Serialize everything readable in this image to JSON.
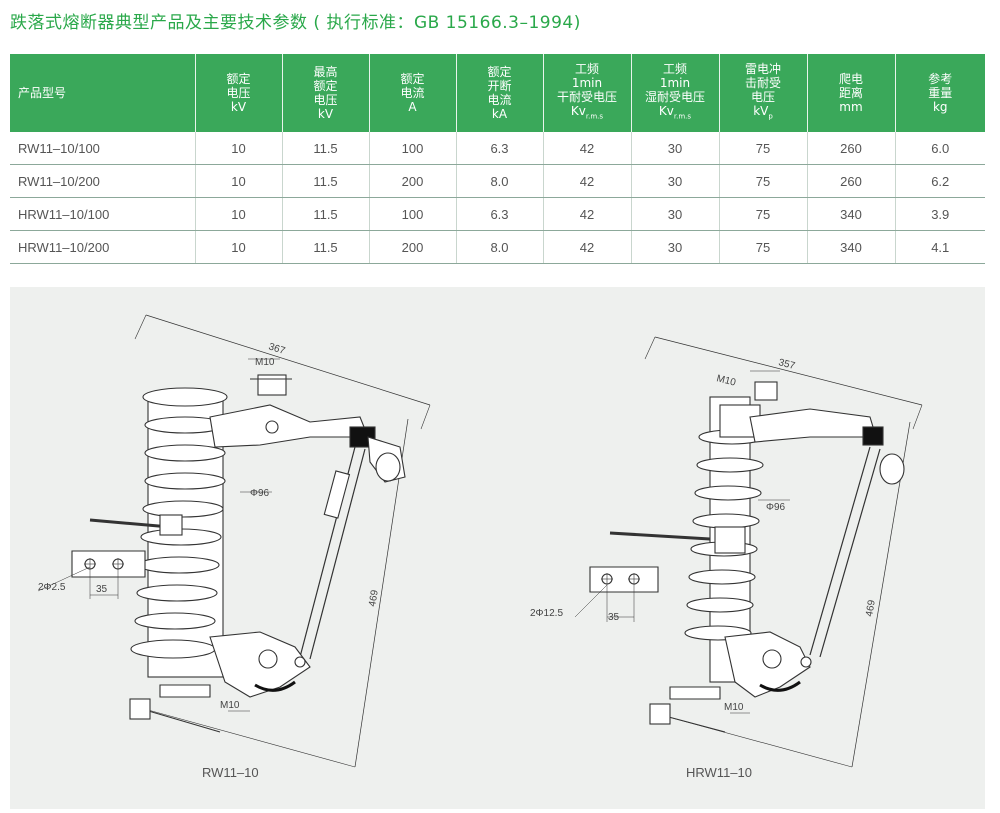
{
  "title": "跌落式熔断器典型产品及主要技术参数 ( 执行标准：GB 15166.3–1994)",
  "table": {
    "headers": [
      {
        "lines": [
          "产品型号"
        ]
      },
      {
        "lines": [
          "额定",
          "电压",
          "kV"
        ]
      },
      {
        "lines": [
          "最高",
          "额定",
          "电压",
          "kV"
        ]
      },
      {
        "lines": [
          "额定",
          "电流",
          "A"
        ]
      },
      {
        "lines": [
          "额定",
          "开断",
          "电流",
          "kA"
        ]
      },
      {
        "lines": [
          "工频",
          "1min",
          "干耐受电压"
        ],
        "unit": "Kv",
        "unit_sub": "r.m.s"
      },
      {
        "lines": [
          "工频",
          "1min",
          "湿耐受电压"
        ],
        "unit": "Kv",
        "unit_sub": "r.m.s"
      },
      {
        "lines": [
          "雷电冲",
          "击耐受",
          "电压"
        ],
        "unit": "kV",
        "unit_sub": "p"
      },
      {
        "lines": [
          "爬电",
          "距离",
          "mm"
        ]
      },
      {
        "lines": [
          "参考",
          "重量",
          "kg"
        ]
      }
    ],
    "rows": [
      [
        "RW11–10/100",
        "10",
        "11.5",
        "100",
        "6.3",
        "42",
        "30",
        "75",
        "260",
        "6.0"
      ],
      [
        "RW11–10/200",
        "10",
        "11.5",
        "200",
        "8.0",
        "42",
        "30",
        "75",
        "260",
        "6.2"
      ],
      [
        "HRW11–10/100",
        "10",
        "11.5",
        "100",
        "6.3",
        "42",
        "30",
        "75",
        "340",
        "3.9"
      ],
      [
        "HRW11–10/200",
        "10",
        "11.5",
        "200",
        "8.0",
        "42",
        "30",
        "75",
        "340",
        "4.1"
      ]
    ]
  },
  "drawings": [
    {
      "caption": "RW11–10",
      "width": "367",
      "height": "469",
      "bolt_top": "M10",
      "bolt_bottom": "M10",
      "diameter": "Φ96",
      "holes": "2Φ2.5",
      "spacing": "35"
    },
    {
      "caption": "HRW11–10",
      "width": "357",
      "height": "469",
      "bolt_top": "M10",
      "bolt_bottom": "M10",
      "diameter": "Φ96",
      "holes": "2Φ12.5",
      "spacing": "35"
    }
  ]
}
